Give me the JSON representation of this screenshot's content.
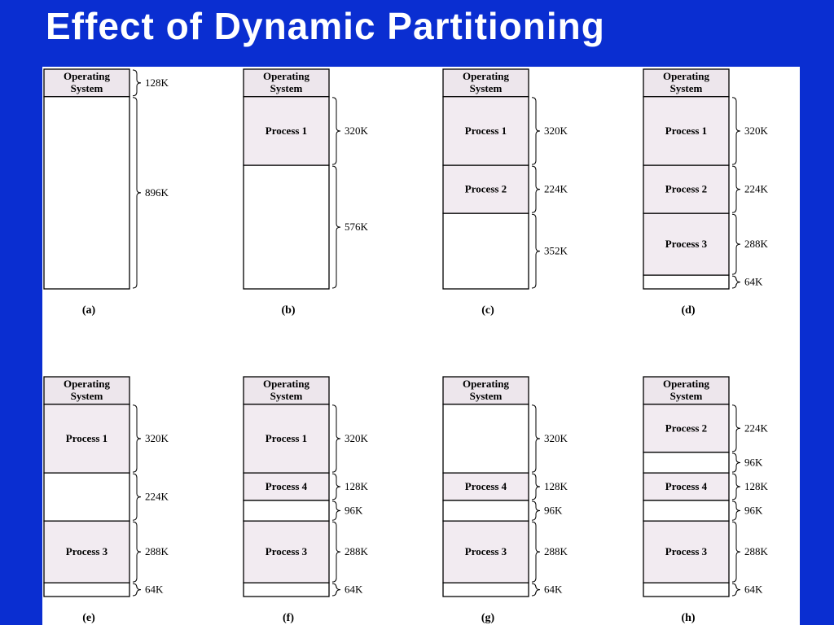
{
  "title": "Effect of Dynamic Partitioning",
  "total_memory_k": 1024,
  "panels": [
    {
      "caption": "(a)",
      "blocks": [
        {
          "type": "os",
          "label": "Operating System",
          "size": "128K",
          "k": 128
        },
        {
          "type": "free",
          "label": "",
          "size": "896K",
          "k": 896
        }
      ]
    },
    {
      "caption": "(b)",
      "blocks": [
        {
          "type": "os",
          "label": "Operating System",
          "size": "",
          "k": 128
        },
        {
          "type": "process",
          "label": "Process 1",
          "size": "320K",
          "k": 320
        },
        {
          "type": "free",
          "label": "",
          "size": "576K",
          "k": 576
        }
      ]
    },
    {
      "caption": "(c)",
      "blocks": [
        {
          "type": "os",
          "label": "Operating System",
          "size": "",
          "k": 128
        },
        {
          "type": "process",
          "label": "Process 1",
          "size": "320K",
          "k": 320
        },
        {
          "type": "process",
          "label": "Process 2",
          "size": "224K",
          "k": 224
        },
        {
          "type": "free",
          "label": "",
          "size": "352K",
          "k": 352
        }
      ]
    },
    {
      "caption": "(d)",
      "blocks": [
        {
          "type": "os",
          "label": "Operating System",
          "size": "",
          "k": 128
        },
        {
          "type": "process",
          "label": "Process 1",
          "size": "320K",
          "k": 320
        },
        {
          "type": "process",
          "label": "Process 2",
          "size": "224K",
          "k": 224
        },
        {
          "type": "process",
          "label": "Process 3",
          "size": "288K",
          "k": 288
        },
        {
          "type": "free",
          "label": "",
          "size": "64K",
          "k": 64
        }
      ]
    },
    {
      "caption": "(e)",
      "blocks": [
        {
          "type": "os",
          "label": "Operating System",
          "size": "",
          "k": 128
        },
        {
          "type": "process",
          "label": "Process 1",
          "size": "320K",
          "k": 320
        },
        {
          "type": "free",
          "label": "",
          "size": "224K",
          "k": 224
        },
        {
          "type": "process",
          "label": "Process 3",
          "size": "288K",
          "k": 288
        },
        {
          "type": "free",
          "label": "",
          "size": "64K",
          "k": 64
        }
      ]
    },
    {
      "caption": "(f)",
      "blocks": [
        {
          "type": "os",
          "label": "Operating System",
          "size": "",
          "k": 128
        },
        {
          "type": "process",
          "label": "Process 1",
          "size": "320K",
          "k": 320
        },
        {
          "type": "process",
          "label": "Process 4",
          "size": "128K",
          "k": 128
        },
        {
          "type": "free",
          "label": "",
          "size": "96K",
          "k": 96
        },
        {
          "type": "process",
          "label": "Process 3",
          "size": "288K",
          "k": 288
        },
        {
          "type": "free",
          "label": "",
          "size": "64K",
          "k": 64
        }
      ]
    },
    {
      "caption": "(g)",
      "blocks": [
        {
          "type": "os",
          "label": "Operating System",
          "size": "",
          "k": 128
        },
        {
          "type": "free",
          "label": "",
          "size": "320K",
          "k": 320
        },
        {
          "type": "process",
          "label": "Process 4",
          "size": "128K",
          "k": 128
        },
        {
          "type": "free",
          "label": "",
          "size": "96K",
          "k": 96
        },
        {
          "type": "process",
          "label": "Process 3",
          "size": "288K",
          "k": 288
        },
        {
          "type": "free",
          "label": "",
          "size": "64K",
          "k": 64
        }
      ]
    },
    {
      "caption": "(h)",
      "blocks": [
        {
          "type": "os",
          "label": "Operating System",
          "size": "",
          "k": 128
        },
        {
          "type": "process",
          "label": "Process 2",
          "size": "224K",
          "k": 224
        },
        {
          "type": "free",
          "label": "",
          "size": "96K",
          "k": 96
        },
        {
          "type": "process",
          "label": "Process 4",
          "size": "128K",
          "k": 128
        },
        {
          "type": "free",
          "label": "",
          "size": "96K",
          "k": 96
        },
        {
          "type": "process",
          "label": "Process 3",
          "size": "288K",
          "k": 288
        },
        {
          "type": "free",
          "label": "",
          "size": "64K",
          "k": 64
        }
      ]
    }
  ]
}
